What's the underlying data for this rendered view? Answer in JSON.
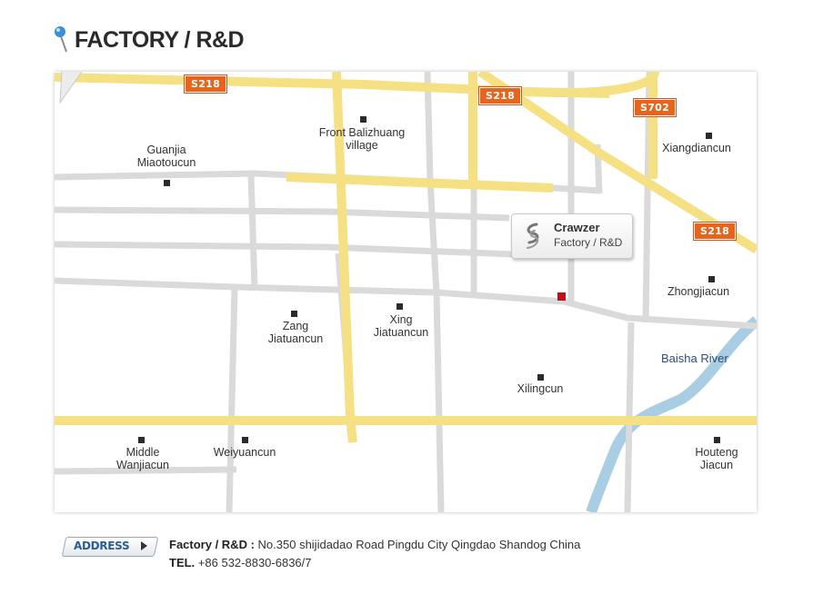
{
  "header": {
    "title": "FACTORY / R&D",
    "pin_icon": "map-pin-icon"
  },
  "map": {
    "colors": {
      "major_road": "#f5e183",
      "minor_road": "#dadada",
      "river": "#a9cde2",
      "road_tag": "#e7641d",
      "factory": "#c0101a"
    },
    "road_tags": [
      "S218",
      "S218",
      "S702",
      "S218"
    ],
    "places": [
      {
        "name": "Guanjia\nMiaotoucun"
      },
      {
        "name": "Front Balizhuang\nvillage"
      },
      {
        "name": "Xiangdiancun"
      },
      {
        "name": "Zhongjiacun"
      },
      {
        "name": "Zang\nJiatuancun"
      },
      {
        "name": "Xing\nJiatuancun"
      },
      {
        "name": "Xilingcun"
      },
      {
        "name": "Middle\nWanjiacun"
      },
      {
        "name": "Weiyuancun"
      },
      {
        "name": "Houteng\nJiacun"
      }
    ],
    "river_label": "Baisha River",
    "callout": {
      "name": "Crawzer",
      "subtitle": "Factory / R&D",
      "logo": "crawzer-logo-icon"
    }
  },
  "address": {
    "button_label": "ADDRESS",
    "factory_label": "Factory / R&D :",
    "factory_value": "No.350 shijidadao Road Pingdu City Qingdao Shandog China",
    "tel_label": "TEL.",
    "tel_value": "+86 532-8830-6836/7"
  }
}
